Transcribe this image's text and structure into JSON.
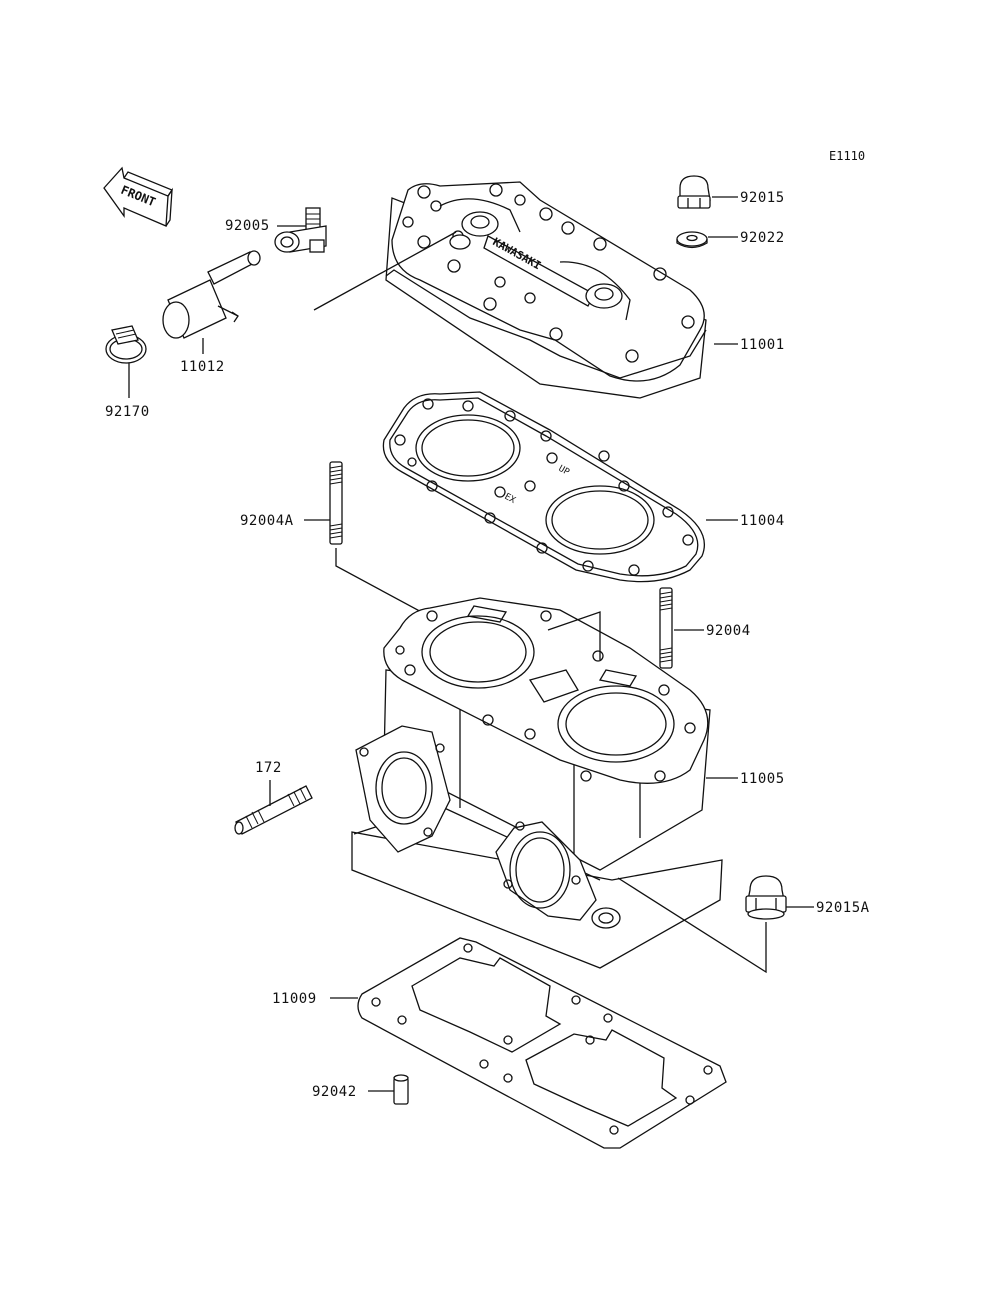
{
  "diagram_code": "E1110",
  "front_label": "FRONT",
  "parts": {
    "p92015": "92015",
    "p92022": "92022",
    "p92005": "92005",
    "p11012": "11012",
    "p92170": "92170",
    "p11001": "11001",
    "p92004A": "92004A",
    "p11004": "11004",
    "p92004": "92004",
    "p172": "172",
    "p11005": "11005",
    "p92015A": "92015A",
    "p11009": "11009",
    "p92042": "92042"
  },
  "colors": {
    "ink": "#111111",
    "paper": "#ffffff"
  }
}
